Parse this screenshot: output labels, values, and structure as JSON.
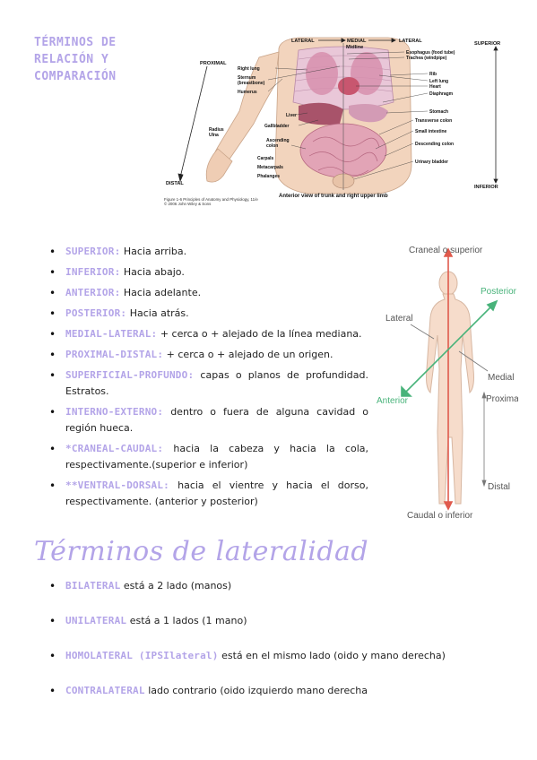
{
  "heading1": "TÉRMINOS DE RELACIÓN Y COMPARACIÓN",
  "figure1": {
    "labels": {
      "lateral_left": "LATERAL",
      "medial": "MEDIAL",
      "lateral_right": "LATERAL",
      "midline": "Midline",
      "superior": "SUPERIOR",
      "proximal": "PROXIMAL",
      "distal": "DISTAL",
      "inferior": "INFERIOR",
      "right_lung": "Right lung",
      "sternum": "Sternum",
      "sternum2": "(breastbone)",
      "humerus": "Humerus",
      "liver": "Liver",
      "gallbladder": "Gallbladder",
      "radius": "Radius",
      "ulna": "Ulna",
      "ascending": "Ascending",
      "colon": "colon",
      "carpals": "Carpals",
      "metacarpals": "Metacarpals",
      "phalanges": "Phalanges",
      "esophagus": "Esophagus (food tube)",
      "trachea": "Trachea (windpipe)",
      "rib": "Rib",
      "left_lung": "Left lung",
      "heart": "Heart",
      "diaphragm": "Diaphragm",
      "stomach": "Stomach",
      "transverse_colon": "Transverse colon",
      "small_intestine": "Small intestine",
      "descending_colon": "Descending colon",
      "urinary_bladder": "Urinary bladder"
    },
    "caption": "Anterior view of trunk and right upper limb",
    "credit1": "Figure 1-6  Principles of Anatomy and Physiology, 11/e",
    "credit2": "© 2006 John Wiley & Sons"
  },
  "figure2": {
    "labels": {
      "cranial": "Craneal o superior",
      "posterior": "Posterior",
      "lateral": "Lateral",
      "medial": "Medial",
      "anterior": "Anterior",
      "proximal": "Proximal",
      "distal": "Distal",
      "caudal": "Caudal o inferior"
    }
  },
  "list1": [
    {
      "term": "SUPERIOR:",
      "text": " Hacia arriba."
    },
    {
      "term": "INFERIOR:",
      "text": " Hacia abajo."
    },
    {
      "term": "ANTERIOR:",
      "text": " Hacia adelante."
    },
    {
      "term": "POSTERIOR:",
      "text": " Hacia atrás."
    },
    {
      "term": "MEDIAL-LATERAL:",
      "text": " + cerca o + alejado de la línea mediana."
    },
    {
      "term": "PROXIMAL-DISTAL:",
      "text": " + cerca o + alejado de un origen."
    },
    {
      "term": "SUPERFICIAL-PROFUNDO:",
      "text": " capas o planos de profundidad. Estratos."
    },
    {
      "term": "INTERNO-EXTERNO:",
      "text": " dentro o fuera de alguna cavidad o región hueca."
    },
    {
      "term": "*CRANEAL-CAUDAL:",
      "text": " hacia la cabeza y hacia la cola, respectivamente.(superior e inferior)"
    },
    {
      "term": "**VENTRAL-DORSAL:",
      "text": " hacia el vientre y hacia el dorso, respectivamente. (anterior y posterior)"
    }
  ],
  "heading2": "Términos de lateralidad",
  "list2": [
    {
      "term": "BILATERAL",
      "text": " está a 2 lado  (manos)"
    },
    {
      "term": "UNILATERAL",
      "text": " está a 1 lados (1 mano)"
    },
    {
      "term": "HOMOLATERAL (IPSIlateral)",
      "text": " está en el mismo lado (oido y mano derecha)"
    },
    {
      "term": "CONTRALATERAL",
      "text": "  lado contrario  (oido  izquierdo mano derecha"
    }
  ]
}
